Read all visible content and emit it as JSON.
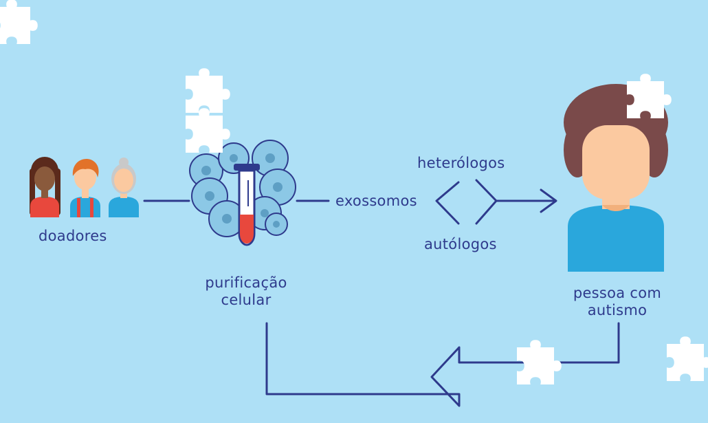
{
  "diagram": {
    "labels": {
      "donors": "doadores",
      "purification_line1": "purificação",
      "purification_line2": "celular",
      "exosomes": "exossomos",
      "heterologous": "heterólogos",
      "autologous": "autólogos",
      "person_line1": "pessoa com",
      "person_line2": "autismo"
    }
  },
  "colors": {
    "background": "#aee0f6",
    "text": "#2e3a8c",
    "line": "#2e3a8c",
    "puzzle": "#ffffff",
    "skin": "#fbc9a0",
    "hair": "#7a4a4a",
    "shirt": "#2aa7dc",
    "cells": "#8cc8e6",
    "tube_liquid": "#e8483d"
  },
  "icons": [
    "puzzle-piece-icon",
    "donor-person-icon",
    "cell-cluster-icon",
    "test-tube-icon",
    "person-icon",
    "arrow-icon"
  ]
}
